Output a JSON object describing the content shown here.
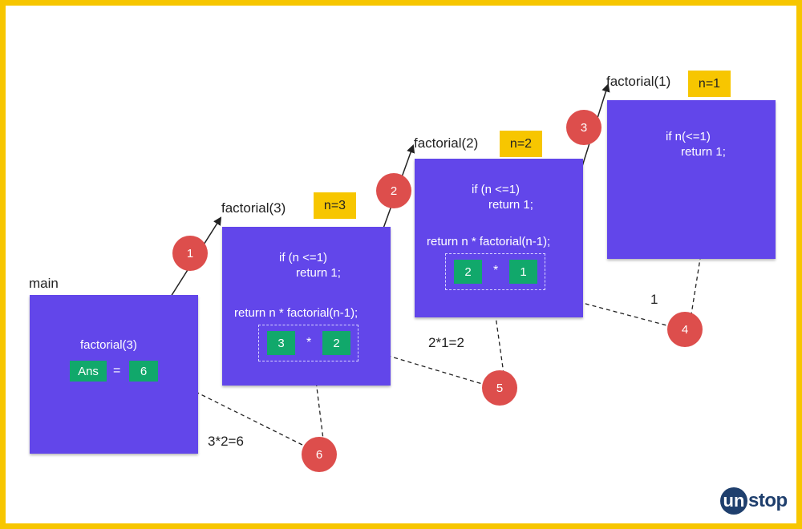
{
  "main": {
    "title": "main",
    "call": "factorial(3)",
    "ans_label": "Ans",
    "equals": "=",
    "ans_value": "6"
  },
  "frames": [
    {
      "title": "factorial(3)",
      "badge": "n=3",
      "code_if": "if (n <=1)",
      "code_return1": "return 1;",
      "code_return": "return n * factorial(n-1);",
      "left": "3",
      "op": "*",
      "right": "2"
    },
    {
      "title": "factorial(2)",
      "badge": "n=2",
      "code_if": "if (n <=1)",
      "code_return1": "return 1;",
      "code_return": "return n * factorial(n-1);",
      "left": "2",
      "op": "*",
      "right": "1"
    },
    {
      "title": "factorial(1)",
      "badge": "n=1",
      "code_if": "if n(<=1)",
      "code_return1": "return 1;"
    }
  ],
  "steps": [
    "1",
    "2",
    "3",
    "4",
    "5",
    "6"
  ],
  "return_notes": [
    "1",
    "2*1=2",
    "3*2=6"
  ],
  "logo": {
    "initial": "un",
    "rest": "stop"
  },
  "colors": {
    "frame": "#6246ea",
    "value_box": "#11a86b",
    "badge": "#f7c600",
    "step_circle": "#dd4e4c",
    "border": "#f7c600",
    "logo": "#1f3f6d"
  }
}
